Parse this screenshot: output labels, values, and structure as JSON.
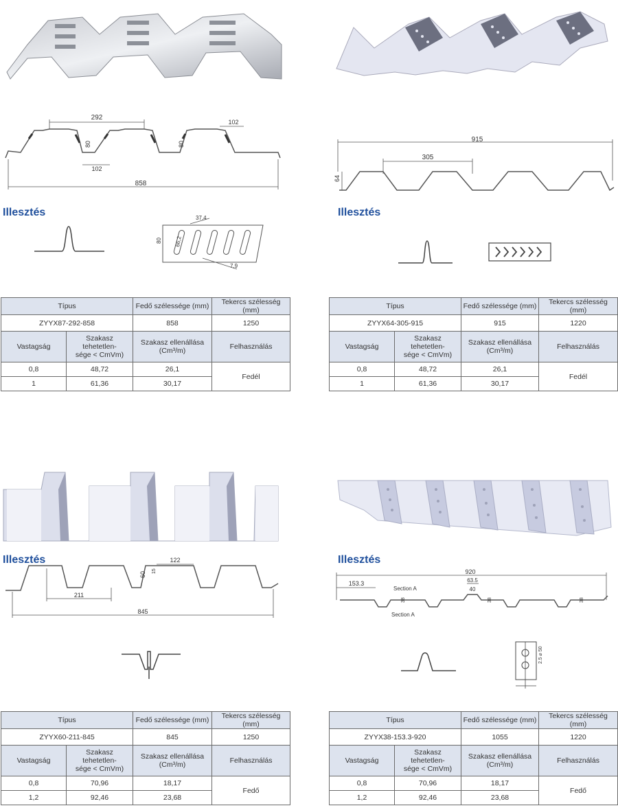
{
  "section_label": "Illesztés",
  "colors": {
    "accent": "#1f4f9c",
    "header_fill": "#dde3ee",
    "sheet_light": "#e3e6f1",
    "sheet_dark": "#b8bdcf"
  },
  "profiles": [
    {
      "id": "p1",
      "drawing": {
        "dim_top": "292",
        "dim_right": "102",
        "dim_bottom": "102",
        "height1": "80",
        "height2": "80",
        "overall": "858"
      },
      "detail": {
        "d1": "37,4",
        "d2": "66,2",
        "d3": "80",
        "d4": "7,9"
      },
      "table": {
        "h_tipus": "Típus",
        "h_fedo": "Fedő szélessége (mm)",
        "h_tekercs": "Tekercs szélesség (mm)",
        "model": "ZYYX87-292-858",
        "fedo": "858",
        "tekercs": "1250",
        "h_vastag": "Vastagság",
        "h_szak1": "Szakasz tehetetlen-",
        "h_szak1b": "sége < CmVm)",
        "h_szak2": "Szakasz ellenállása",
        "h_szak2b": "(Cm³/m)",
        "h_felh": "Felhasználás",
        "rows": [
          {
            "v": "0,8",
            "a": "48,72",
            "b": "26,1"
          },
          {
            "v": "1",
            "a": "61,36",
            "b": "30,17"
          }
        ],
        "use": "Fedél"
      }
    },
    {
      "id": "p2",
      "drawing": {
        "overall": "915",
        "pitch": "305",
        "height": "64"
      },
      "table": {
        "h_tipus": "Típus",
        "h_fedo": "Fedő szélessége (mm)",
        "h_tekercs": "Tekercs szélesség (mm)",
        "model": "ZYYX64-305-915",
        "fedo": "915",
        "tekercs": "1220",
        "h_vastag": "Vastagság",
        "h_szak1": "Szakasz tehetetlen-",
        "h_szak1b": "sége < CmVm)",
        "h_szak2": "Szakasz ellenállása",
        "h_szak2b": "(Cm³/m)",
        "h_felh": "Felhasználás",
        "rows": [
          {
            "v": "0,8",
            "a": "48,72",
            "b": "26,1"
          },
          {
            "v": "1",
            "a": "61,36",
            "b": "30,17"
          }
        ],
        "use": "Fedél"
      }
    },
    {
      "id": "p3",
      "drawing": {
        "top": "122",
        "height": "60",
        "small": "15",
        "pitch": "211",
        "overall": "845"
      },
      "table": {
        "h_tipus": "Típus",
        "h_fedo": "Fedő szélessége (mm)",
        "h_tekercs": "Tekercs szélesség (mm)",
        "model": "ZYYX60-211-845",
        "fedo": "845",
        "tekercs": "1250",
        "h_vastag": "Vastagság",
        "h_szak1": "Szakasz tehetetlen-",
        "h_szak1b": "sége < CmVm)",
        "h_szak2": "Szakasz ellenállása",
        "h_szak2b": "(Cm³/m)",
        "h_felh": "Felhasználás",
        "rows": [
          {
            "v": "0,8",
            "a": "70,96",
            "b": "18,17"
          },
          {
            "v": "1,2",
            "a": "92,46",
            "b": "23,68"
          }
        ],
        "use": "Fedő"
      }
    },
    {
      "id": "p4",
      "drawing": {
        "overall": "920",
        "pitch": "153.3",
        "section": "Section A",
        "top": "63.5",
        "rib": "40",
        "h1": "38",
        "h2": "38",
        "h3": "38",
        "detail": "2.5 ⌀ 50"
      },
      "table": {
        "h_tipus": "Típus",
        "h_fedo": "Fedő szélessége (mm)",
        "h_tekercs": "Tekercs szélesség (mm)",
        "model": "ZYYX38-153.3-920",
        "fedo": "1055",
        "tekercs": "1220",
        "h_vastag": "Vastagság",
        "h_szak1": "Szakasz tehetetlen-",
        "h_szak1b": "sége < CmVm)",
        "h_szak2": "Szakasz ellenállása",
        "h_szak2b": "(Cm³/m)",
        "h_felh": "Felhasználás",
        "rows": [
          {
            "v": "0,8",
            "a": "70,96",
            "b": "18,17"
          },
          {
            "v": "1,2",
            "a": "92,46",
            "b": "23,68"
          }
        ],
        "use": "Fedő"
      }
    }
  ]
}
